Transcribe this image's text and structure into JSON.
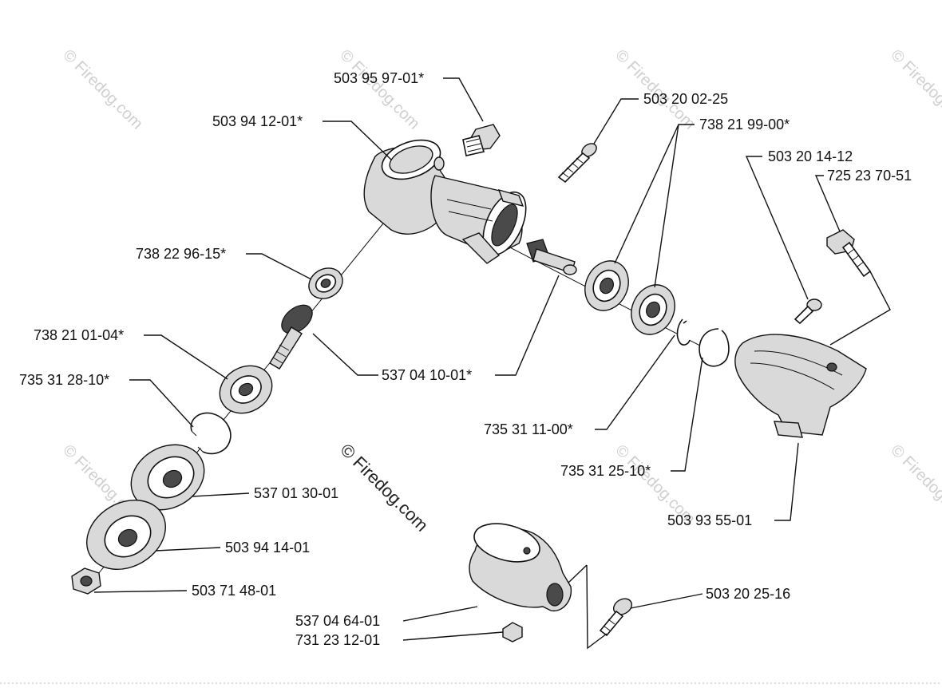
{
  "watermark": {
    "corner": "© Firedog.com",
    "main": "© Firedog.com"
  },
  "labels": [
    "503 95 97-01*",
    "503 94 12-01*",
    "503 20 02-25",
    "738 21 99-00*",
    "503 20 14-12",
    "725 23 70-51",
    "738 22 96-15*",
    "738 21 01-04*",
    "735 31 28-10*",
    "537 04 10-01*",
    "735 31 11-00*",
    "735 31 25-10*",
    "537 01 30-01",
    "503 93 55-01",
    "503 94 14-01",
    "503 71 48-01",
    "503 20 25-16",
    "537 04 64-01",
    "731 23 12-01"
  ]
}
